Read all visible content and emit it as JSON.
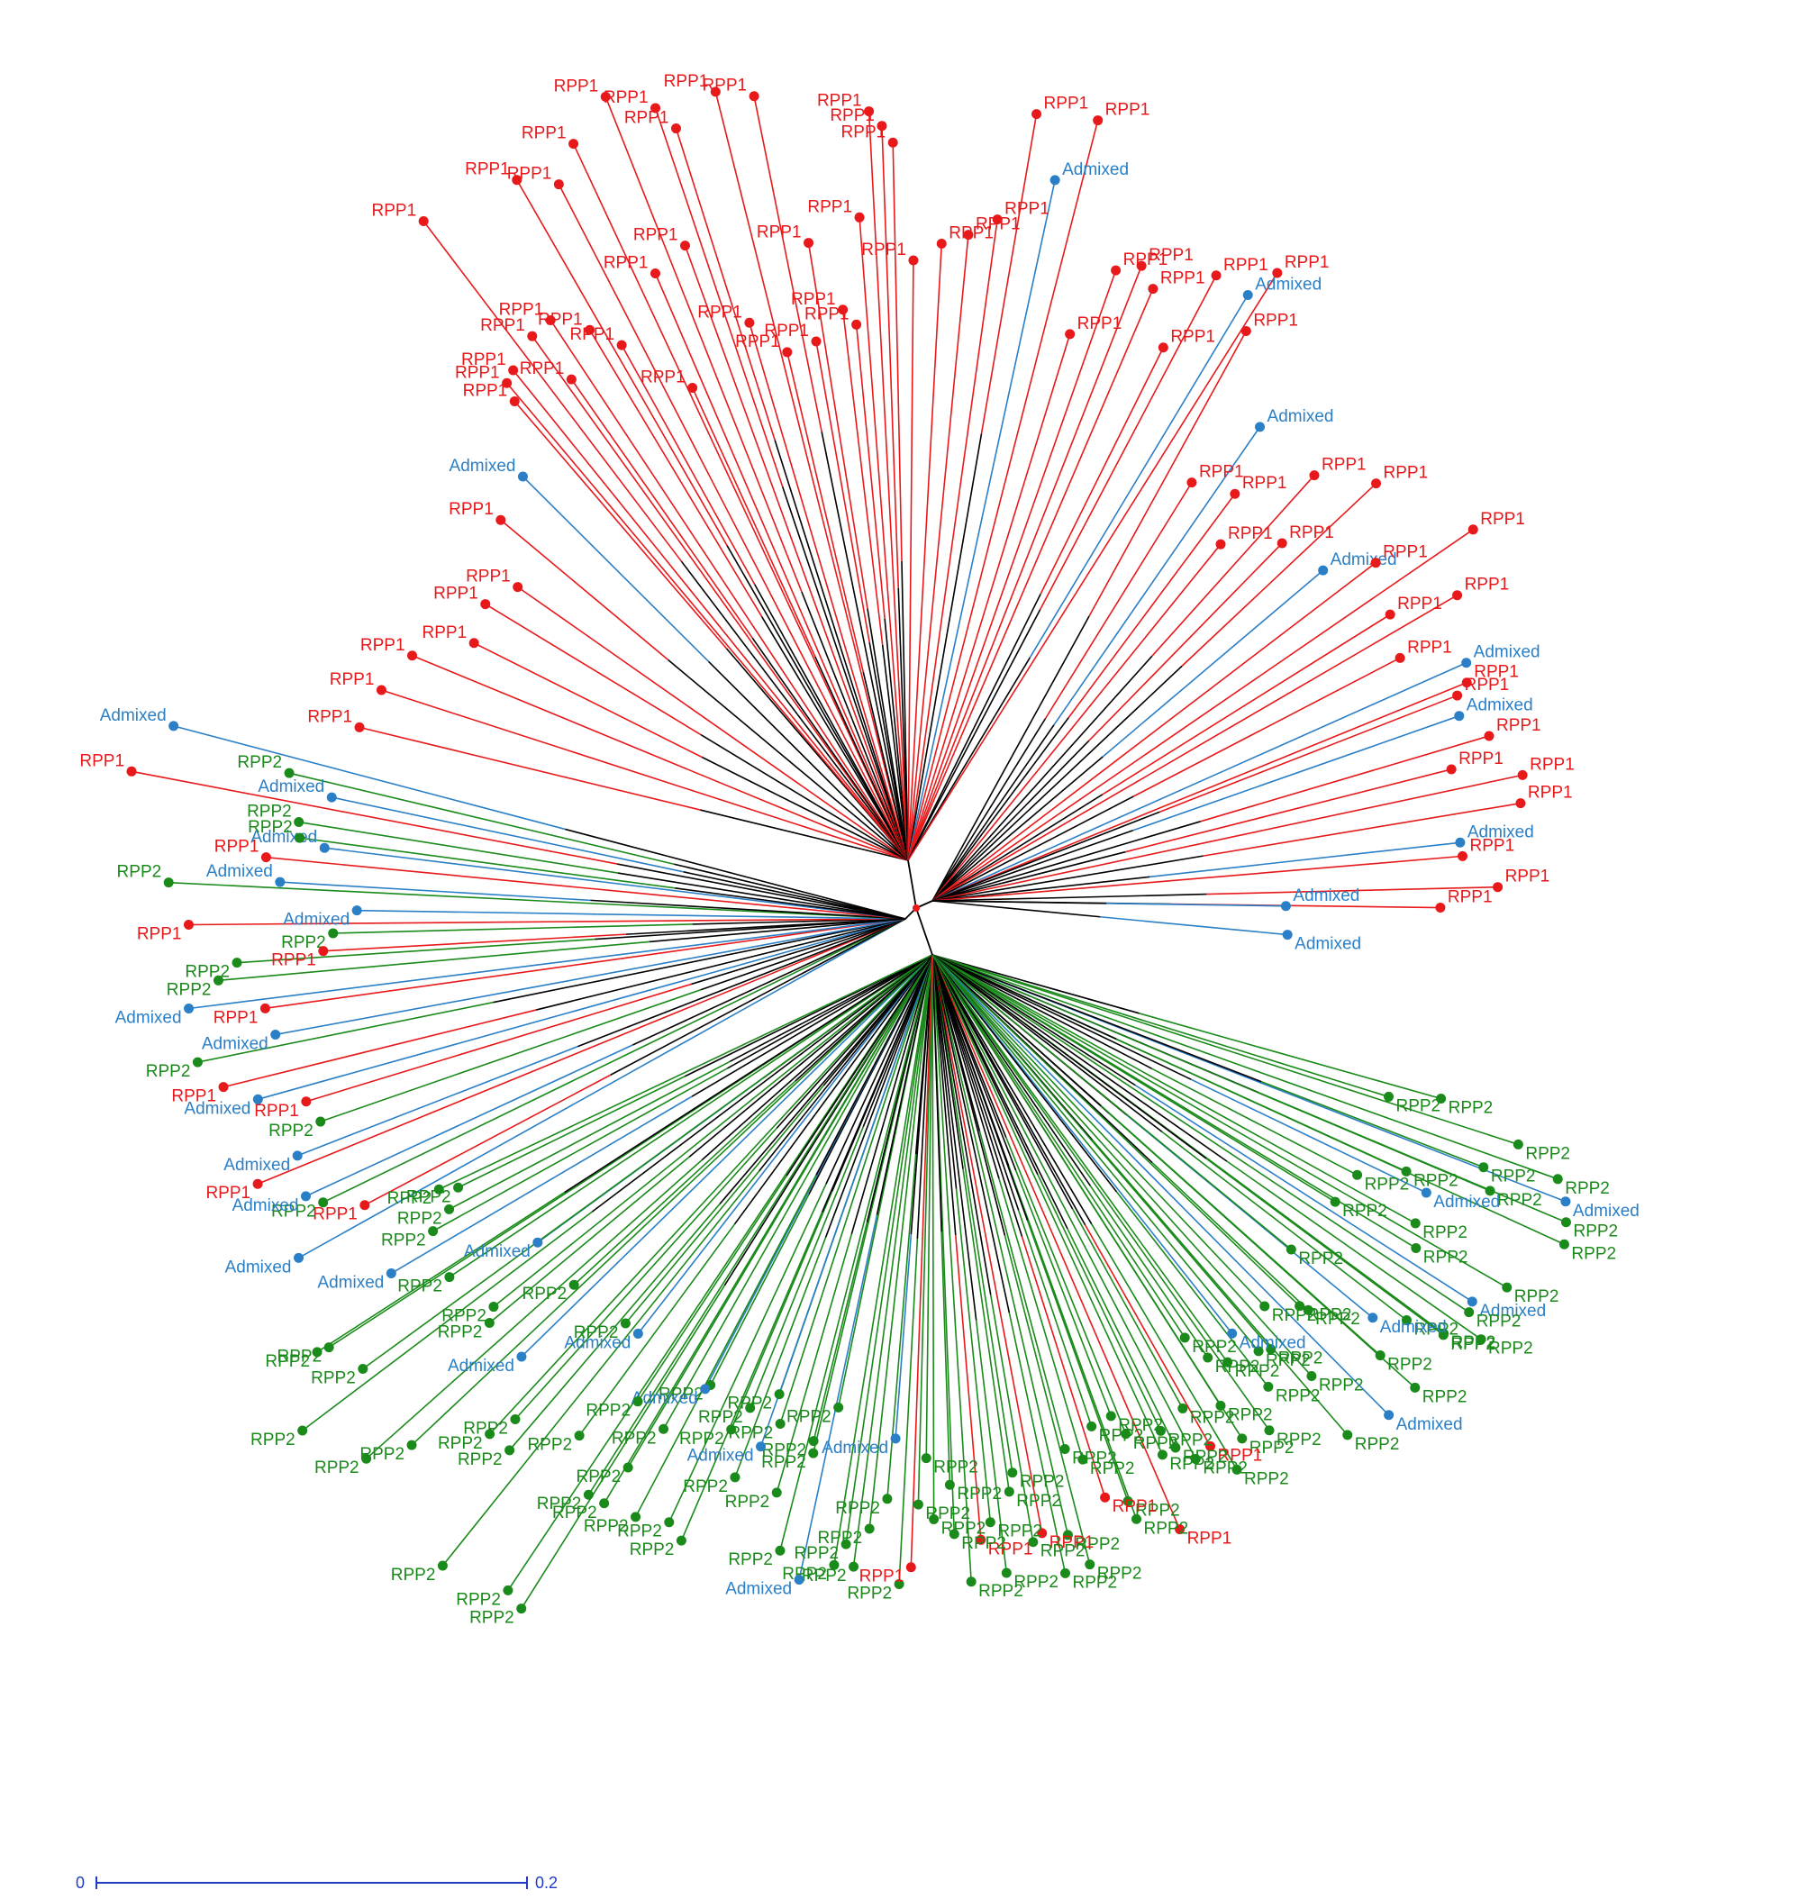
{
  "tree": {
    "center_color": "#e8191b",
    "groups": [
      {
        "key": "rpp1",
        "label": "RPP1",
        "color": "#e8191b"
      },
      {
        "key": "rpp2",
        "label": "RPP2",
        "color": "#1a8a1a"
      },
      {
        "key": "admixed",
        "label": "Admixed",
        "color": "#2a7fc7"
      }
    ],
    "mixed_branch_color": "#000000",
    "scale_bar": {
      "min_label": "0",
      "max_label": "0.2",
      "color": "#1f3cc8"
    }
  }
}
